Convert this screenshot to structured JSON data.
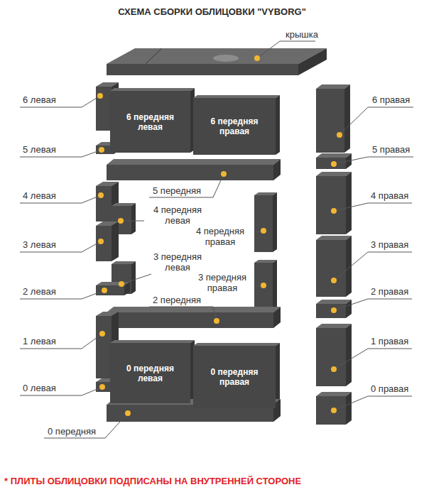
{
  "diagram": {
    "title": "СХЕМА СБОРКИ ОБЛИЦОВКИ \"VYBORG\"",
    "caption": "* ПЛИТЫ ОБЛИЦОВКИ ПОДПИСАНЫ НА ВНУТРЕННЕЙ СТОРОНЕ",
    "nodes": [
      {
        "text": [
          "6 передняя левая"
        ]
      },
      {
        "text": [
          "6 передняя правая"
        ]
      },
      {
        "text": [
          "0 передняя левая"
        ]
      },
      {
        "text": [
          "0 передняя правая"
        ]
      }
    ],
    "labels": [
      "крышка",
      "6 левая",
      "6 правая",
      "5 левая",
      "5 правая",
      "5 передняя",
      "4 левая",
      "4 правая",
      "4 передняя левая",
      "4 передняя правая",
      "3 левая",
      "3 передняя левая",
      "3 правая",
      "3 передняя правая",
      "2 левая",
      "2 правая",
      "2 передняя",
      "1 левая",
      "1 правая",
      "0 левая",
      "0 правая",
      "0 передняя"
    ]
  }
}
